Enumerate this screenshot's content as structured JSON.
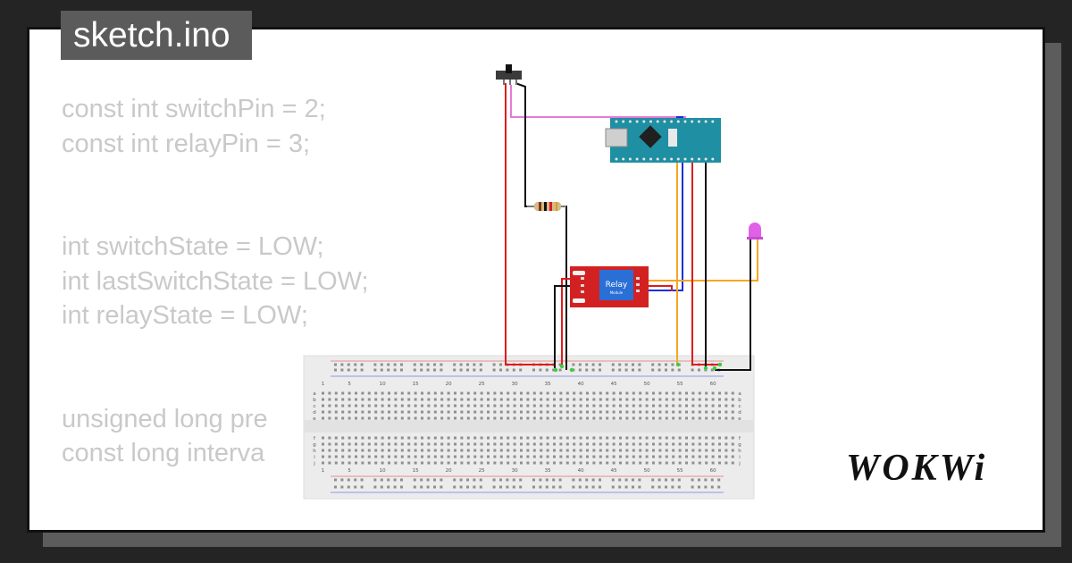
{
  "title": "sketch.ino",
  "code_lines": [
    "const int switchPin = 2;",
    "const int relayPin = 3;",
    "",
    "",
    "int switchState = LOW;",
    "int lastSwitchState = LOW;",
    "int relayState = LOW;",
    "",
    "",
    "unsigned long pre",
    "const long interva"
  ],
  "brand": "WOKWi",
  "relay_label": "Relay",
  "relay_sublabel": "Module",
  "breadboard": {
    "column_numbers": [
      "1",
      "5",
      "10",
      "15",
      "20",
      "25",
      "30",
      "35",
      "40",
      "45",
      "50",
      "55",
      "60"
    ],
    "row_letters_top": [
      "a",
      "b",
      "c",
      "d",
      "e"
    ],
    "row_letters_bottom": [
      "f",
      "g",
      "h",
      "i",
      "j"
    ]
  },
  "colors": {
    "wire_red": "#e01b1b",
    "wire_black": "#111111",
    "wire_blue": "#1530d8",
    "wire_orange": "#f5a623",
    "wire_pink": "#e67ad6",
    "arduino": "#1f8fa3",
    "relay": "#d32121",
    "led": "#e060e8"
  }
}
